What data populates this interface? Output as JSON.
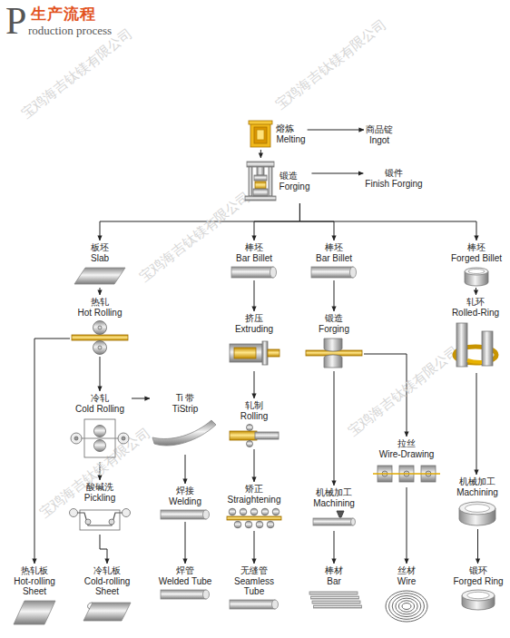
{
  "diagram": {
    "title": "生产流程",
    "nodes": [
      {
        "text": [
          "熔炼",
          "Melting"
        ]
      },
      {
        "text": [
          "商品锭",
          "Ingot"
        ]
      },
      {
        "text": [
          "锻造",
          "Forging"
        ]
      },
      {
        "text": [
          "锻件",
          "Finish Forging"
        ]
      },
      {
        "text": [
          "板坯",
          "Slab"
        ]
      },
      {
        "text": [
          "棒坯",
          "Bar Billet"
        ]
      },
      {
        "text": [
          "棒坯",
          "Bar Billet"
        ]
      },
      {
        "text": [
          "棒坯",
          "Forged Billet"
        ]
      },
      {
        "text": [
          "热轧",
          "Hot Rolling"
        ]
      },
      {
        "text": [
          "挤压",
          "Extruding"
        ]
      },
      {
        "text": [
          "锻造",
          "Forging"
        ]
      },
      {
        "text": [
          "轧环",
          "Rolled-Ring"
        ]
      },
      {
        "text": [
          "冷轧",
          "Cold Rolling"
        ]
      },
      {
        "text": [
          "Ti 带",
          "TiStrip"
        ]
      },
      {
        "text": [
          "轧制",
          "Rolling"
        ]
      },
      {
        "text": [
          "拉丝",
          "Wire-Drawing"
        ]
      },
      {
        "text": [
          "酸碱洗",
          "Pickling"
        ]
      },
      {
        "text": [
          "焊接",
          "Welding"
        ]
      },
      {
        "text": [
          "矫正",
          "Straightening"
        ]
      },
      {
        "text": [
          "机械加工",
          "Machining"
        ]
      },
      {
        "text": [
          "机械加工",
          "Machining"
        ]
      },
      {
        "text": [
          "热轧板",
          "Hot-rolling Sheet"
        ]
      },
      {
        "text": [
          "冷轧板",
          "Cold-rolling Sheet"
        ]
      },
      {
        "text": [
          "焊管",
          "Welded Tube"
        ]
      },
      {
        "text": [
          "无缝管",
          "Seamless Tube"
        ]
      },
      {
        "text": [
          "棒材",
          "Bar"
        ]
      },
      {
        "text": [
          "丝材",
          "Wire"
        ]
      },
      {
        "text": [
          "锻环",
          "Forged Ring"
        ]
      }
    ],
    "edges": [
      {
        "from": 0,
        "to": 1,
        "arrow": "to"
      },
      {
        "from": 0,
        "to": 2,
        "arrow": "to"
      },
      {
        "from": 2,
        "to": 3,
        "arrow": "to"
      },
      {
        "from": 2,
        "to": 4,
        "arrow": "to"
      },
      {
        "from": 2,
        "to": 5,
        "arrow": "to"
      },
      {
        "from": 2,
        "to": 6,
        "arrow": "to"
      },
      {
        "from": 2,
        "to": 7,
        "arrow": "to"
      },
      {
        "from": 4,
        "to": 8,
        "arrow": "to"
      },
      {
        "from": 8,
        "to": 12,
        "arrow": "to"
      },
      {
        "from": 8,
        "to": 21,
        "arrow": "to"
      },
      {
        "from": 12,
        "to": 13,
        "arrow": "to"
      },
      {
        "from": 12,
        "to": 16,
        "arrow": "to"
      },
      {
        "from": 13,
        "to": 17,
        "arrow": "to"
      },
      {
        "from": 16,
        "to": 22,
        "arrow": "to"
      },
      {
        "from": 17,
        "to": 23,
        "arrow": "to"
      },
      {
        "from": 5,
        "to": 9,
        "arrow": "to"
      },
      {
        "from": 9,
        "to": 14,
        "arrow": "to"
      },
      {
        "from": 14,
        "to": 18,
        "arrow": "to"
      },
      {
        "from": 18,
        "to": 24,
        "arrow": "to"
      },
      {
        "from": 6,
        "to": 10,
        "arrow": "to"
      },
      {
        "from": 10,
        "to": 19,
        "arrow": "to"
      },
      {
        "from": 10,
        "to": 15,
        "arrow": "to"
      },
      {
        "from": 19,
        "to": 25,
        "arrow": "to"
      },
      {
        "from": 15,
        "to": 26,
        "arrow": "to"
      },
      {
        "from": 7,
        "to": 11,
        "arrow": "to"
      },
      {
        "from": 11,
        "to": 20,
        "arrow": "to"
      },
      {
        "from": 20,
        "to": 27,
        "arrow": "to"
      }
    ],
    "labels": [
      "P",
      "roduction process",
      "宝鸡海吉钛镁有限公司",
      "宝鸡海吉钛镁有限公司",
      "宝鸡海吉钛镁有限公司",
      "宝鸡海吉钛镁有限公司",
      "宝鸡海吉钛镁有限公司"
    ]
  }
}
